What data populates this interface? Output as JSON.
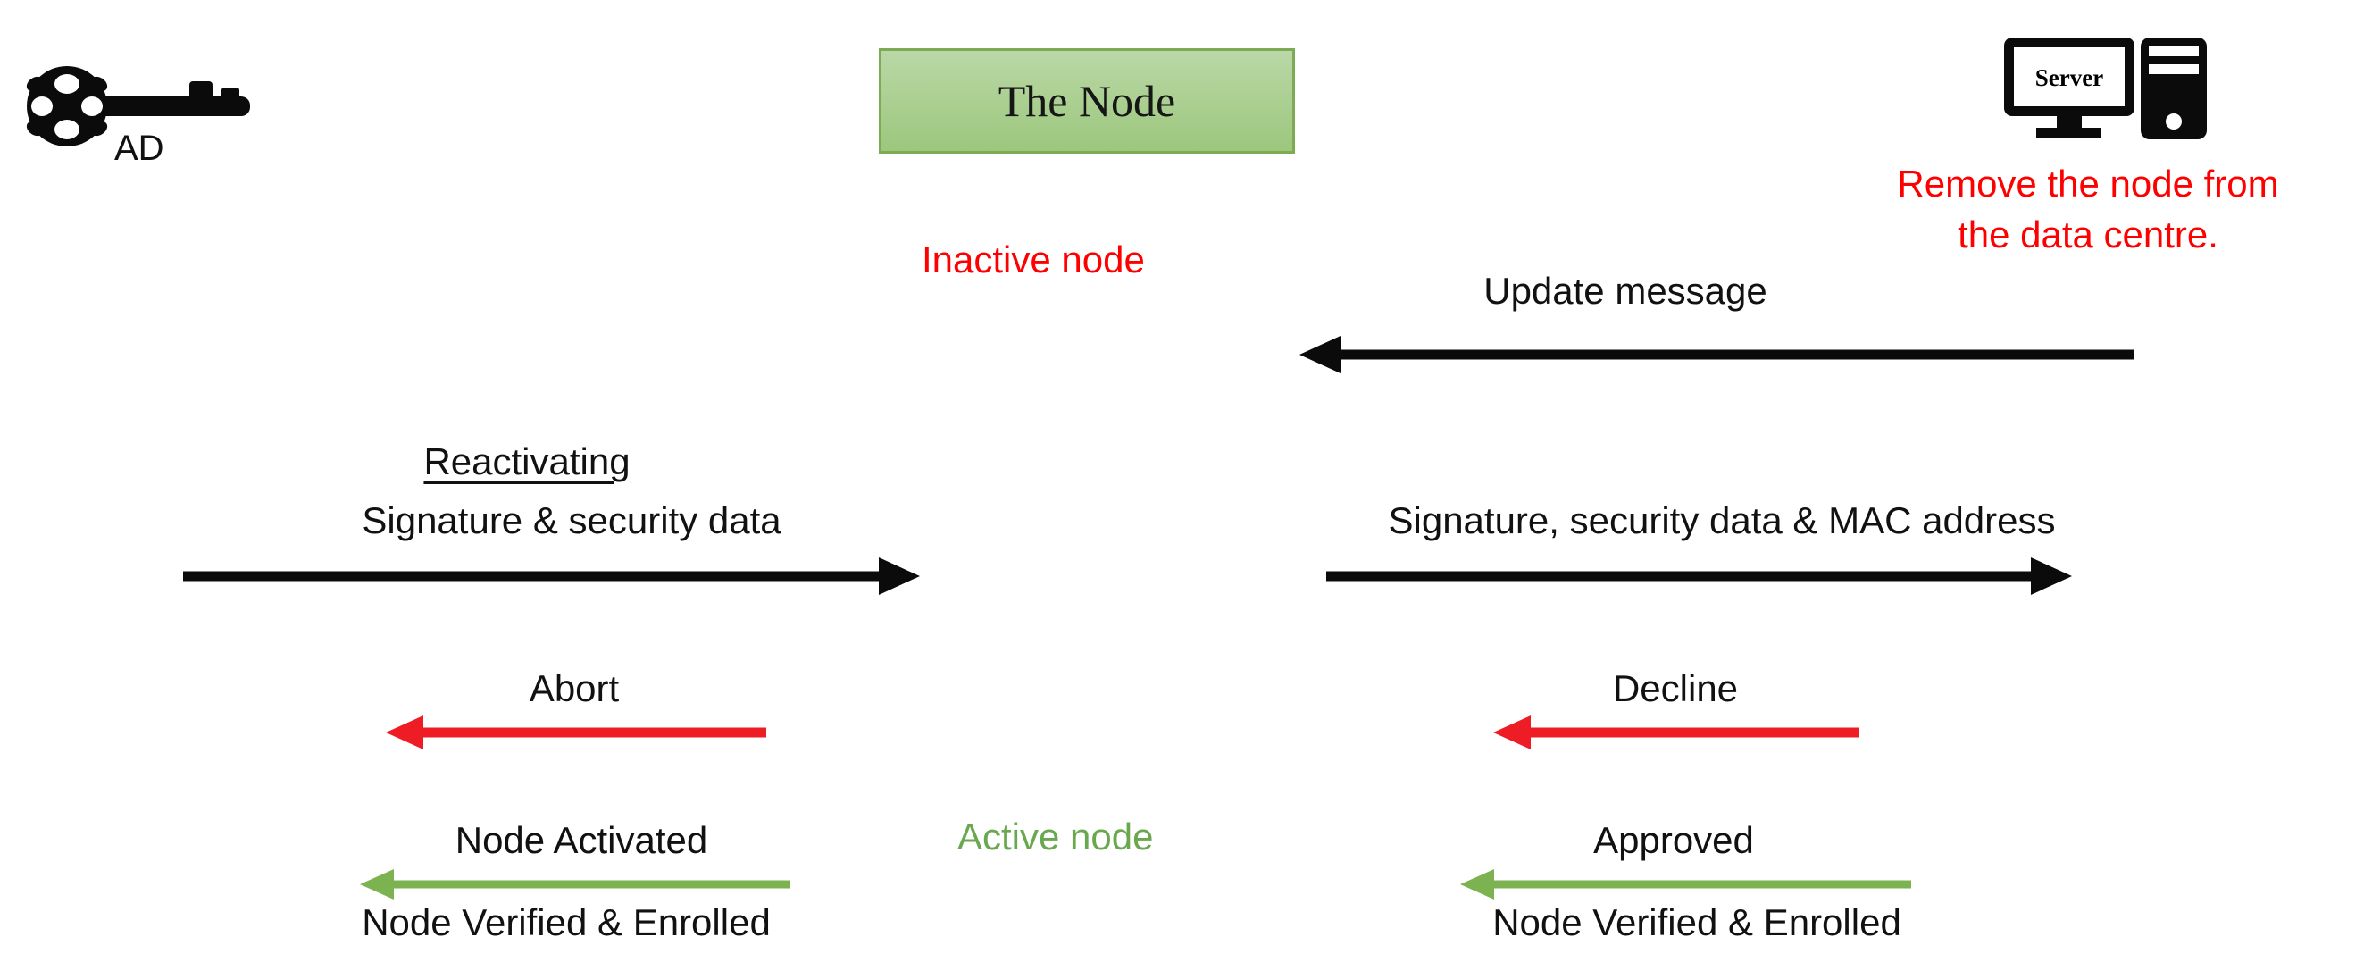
{
  "diagram": {
    "actors": {
      "ad_key": {
        "label": "AD",
        "icon": "key-icon"
      },
      "node": {
        "label": "The Node",
        "box_fill_top": "#bad8a7",
        "box_fill_bottom": "#9cc77d",
        "box_border": "#7cab53"
      },
      "server": {
        "screen_label": "Server",
        "icon": "server-icon",
        "action_note": {
          "line1": "Remove the node from",
          "line2": "the data centre.",
          "color": "#ff0000"
        }
      }
    },
    "states": {
      "inactive": {
        "label": "Inactive node",
        "color": "#ff0000"
      },
      "active": {
        "label": "Active node",
        "color": "#6aa84f"
      }
    },
    "messages": {
      "update": {
        "label": "Update message",
        "direction": "right-to-left",
        "color": "#0b0b0b"
      },
      "reactivating": {
        "title": "Reactivating",
        "label": "Signature & security data",
        "direction": "left-to-right",
        "color": "#0b0b0b"
      },
      "signature_mac": {
        "label": "Signature, security data & MAC address",
        "direction": "left-to-right",
        "color": "#0b0b0b"
      },
      "abort": {
        "label": "Abort",
        "direction": "right-to-left",
        "color": "#ee1c25"
      },
      "decline": {
        "label": "Decline",
        "direction": "right-to-left",
        "color": "#ee1c25"
      },
      "node_activated": {
        "label": "Node Activated",
        "result": "Node Verified & Enrolled",
        "direction": "right-to-left",
        "color": "#7cb350"
      },
      "approved": {
        "label": "Approved",
        "result": "Node Verified & Enrolled",
        "direction": "right-to-left",
        "color": "#7cb350"
      }
    }
  }
}
